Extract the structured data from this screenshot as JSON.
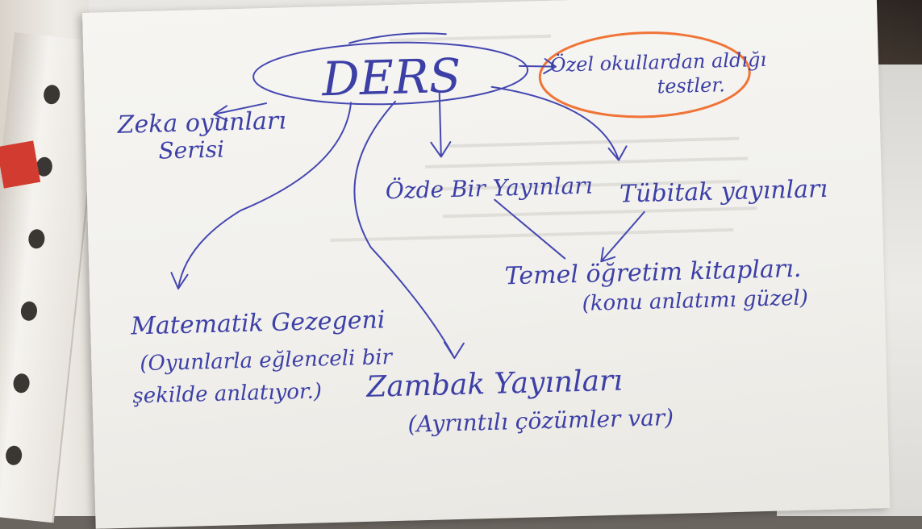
{
  "center": "DERS",
  "nodes": {
    "zeka_line1": "Zeka oyunları",
    "zeka_line2": "Serisi",
    "ozel_okul_line1": "Özel okullardan aldığı",
    "ozel_okul_line2": "testler.",
    "ozde": "Özde Bir Yayınları",
    "tubitak": "Tübitak yayınları",
    "temel_line1": "Temel öğretim kitapları.",
    "temel_line2": "(konu anlatımı güzel)",
    "matematik_line1": "Matematik Gezegeni",
    "matematik_line2": "(Oyunlarla eğlenceli bir",
    "matematik_line3": "şekilde anlatıyor.)",
    "zambak_line1": "Zambak Yayınları",
    "zambak_line2": "(Ayrıntılı çözümler var)"
  },
  "colors": {
    "ink": "#3c3fa6",
    "highlight_circle": "#f07437",
    "paper": "#f3f2ee"
  }
}
